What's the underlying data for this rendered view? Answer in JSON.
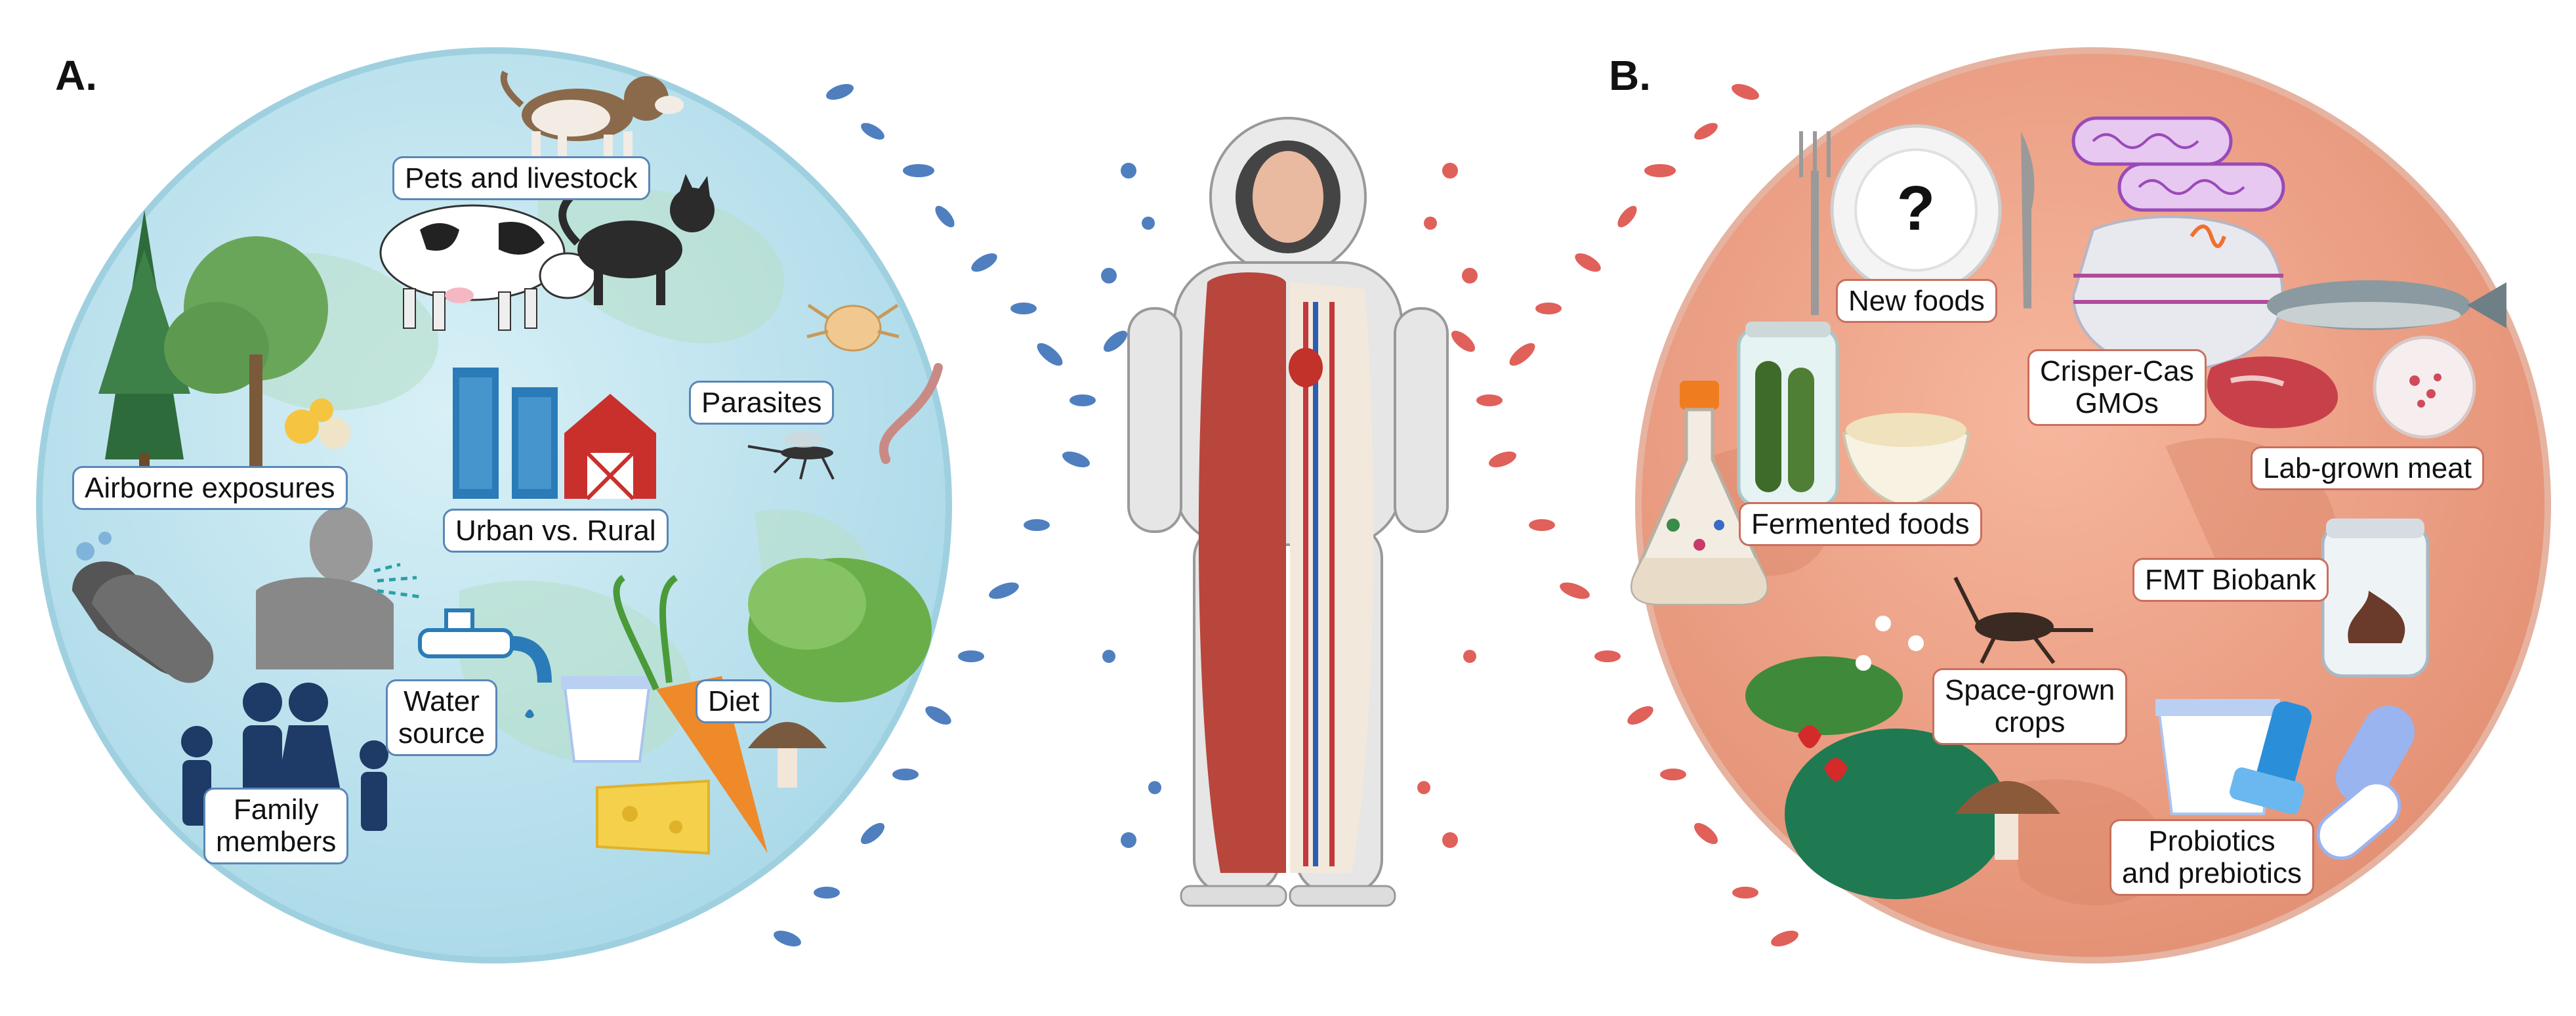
{
  "panels": [
    {
      "letter": "A."
    },
    {
      "letter": "B."
    }
  ],
  "earth_labels": {
    "pets": "Pets and livestock",
    "parasites": "Parasites",
    "airborne": "Airborne exposures",
    "urban": "Urban vs. Rural",
    "water": [
      "Water",
      "source"
    ],
    "diet": "Diet",
    "family": [
      "Family",
      "members"
    ]
  },
  "mars_labels": {
    "new_foods": "New foods",
    "crispr": [
      "Crisper-Cas",
      "GMOs"
    ],
    "lab_meat": "Lab-grown meat",
    "fermented": "Fermented foods",
    "fmt": "FMT Biobank",
    "space_crops": [
      "Space-grown",
      "crops"
    ],
    "probiotics": [
      "Probiotics",
      "and prebiotics"
    ]
  },
  "plate_symbol": "?",
  "colors": {
    "earth_fill": "#bfe3ee",
    "earth_land": "#a9d6c2",
    "mars_fill": "#eea58c",
    "mars_dark": "#d98468",
    "microbe_blue": "#4f7fbf",
    "microbe_red": "#e0605a",
    "earth_label_border": "#5a87b5",
    "mars_label_border": "#c96f5e"
  },
  "icons": [
    "dog-icon",
    "cow-icon",
    "cat-icon",
    "tree-icon",
    "pollen-icon",
    "mite-icon",
    "mosquito-icon",
    "worm-icon",
    "buildings-icon",
    "barn-icon",
    "hands-icon",
    "person-sneezing-icon",
    "family-icon",
    "faucet-icon",
    "yogurt-icon",
    "cheese-icon",
    "carrot-icon",
    "lettuce-icon",
    "mushroom-icon",
    "plate-icon",
    "fork-icon",
    "knife-icon",
    "bacteria-icon",
    "crispr-icon",
    "fish-icon",
    "steak-icon",
    "petri-dish-icon",
    "jar-icon",
    "pickles-icon",
    "flask-icon",
    "bowl-icon",
    "biobank-jar-icon",
    "cricket-icon",
    "strawberry-plant-icon",
    "inhaler-icon",
    "capsule-icon",
    "astronaut-icon"
  ]
}
